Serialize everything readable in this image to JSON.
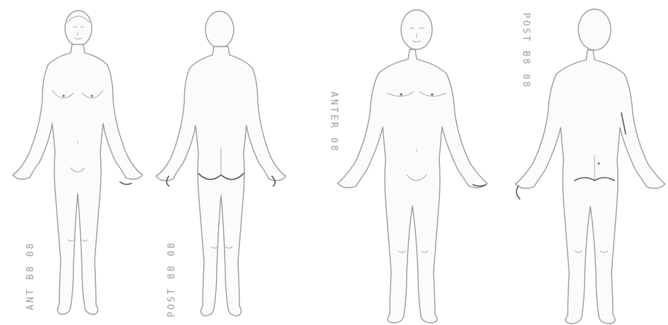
{
  "figures": [
    {
      "id": "female-anterior",
      "sex": "female",
      "view": "anterior"
    },
    {
      "id": "female-posterior",
      "sex": "female",
      "view": "posterior"
    },
    {
      "id": "male-anterior",
      "sex": "male",
      "view": "anterior"
    },
    {
      "id": "male-posterior",
      "sex": "male",
      "view": "posterior"
    }
  ],
  "labels": {
    "female_anterior": "ANT B8 08",
    "female_posterior": "POST 88 08",
    "male_anterior": "ANTER 08",
    "male_posterior": "POST B8 08"
  },
  "colors": {
    "outline": "#9a9a9a",
    "background": "#ffffff",
    "label": "#9b9b9b"
  }
}
